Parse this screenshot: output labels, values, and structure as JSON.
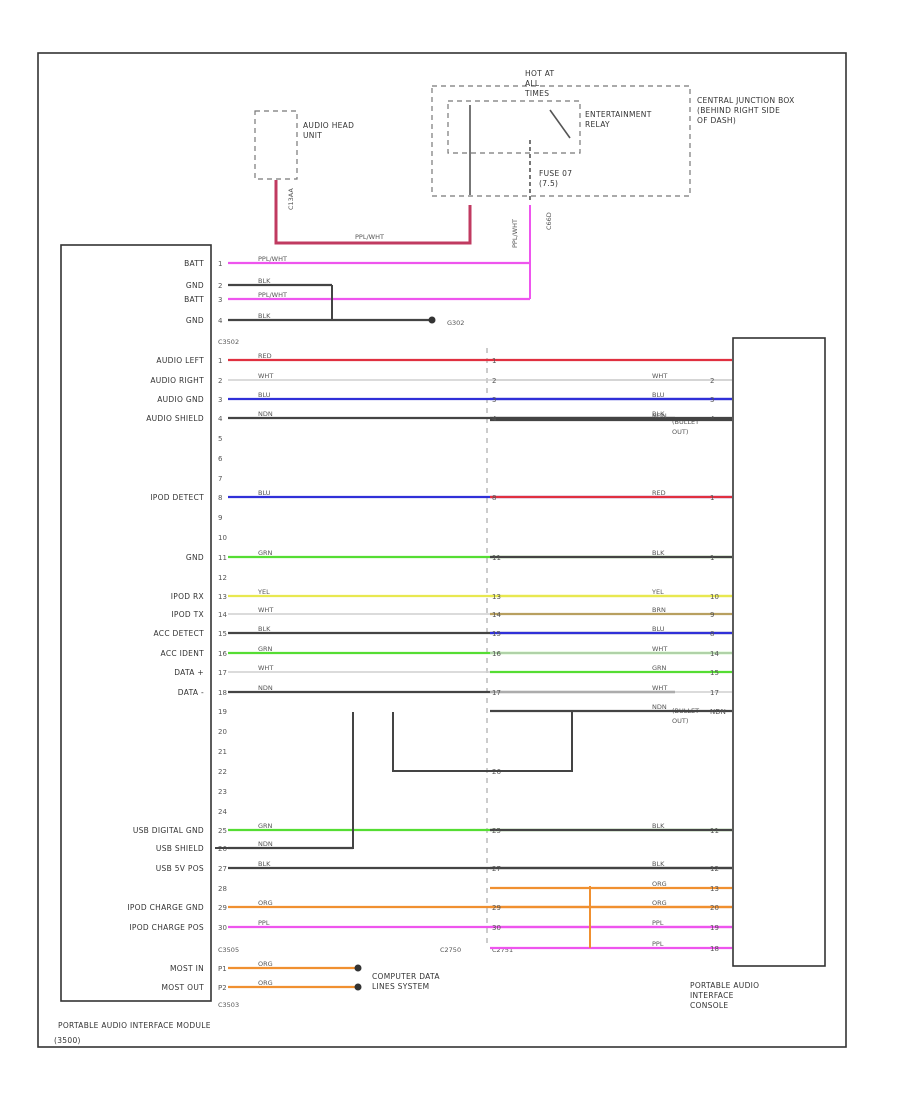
{
  "components": {
    "head_unit": "AUDIO HEAD UNIT",
    "hot_at": "HOT AT ALL TIMES",
    "relay": "ENTERTAINMENT RELAY",
    "junction_box": "CENTRAL JUNCTION BOX (BEHIND RIGHT SIDE OF DASH)",
    "fuse": "FUSE 07 (7.5)",
    "module": "PORTABLE AUDIO INTERFACE MODULE",
    "module_id": "(3500)",
    "console": "PORTABLE AUDIO INTERFACE CONSOLE",
    "comp_data": "COMPUTER DATA LINES SYSTEM",
    "bullet_out": "(BULLET OUT)"
  },
  "connectors": {
    "c3502a": "C3502",
    "c3502b": "C3502",
    "c3505": "C3505",
    "c2750": "C2750",
    "c2751": "C2751",
    "c3503": "C3503",
    "g302": "G302",
    "head_wire": "C13AA",
    "jb_wire": "C66D",
    "feed_wire": "PPL/WHT"
  },
  "wire_colors": {
    "red": "#e03040",
    "blue": "#3030d8",
    "black": "#444444",
    "white": "#cfcfcf",
    "green": "#55dd33",
    "yellow": "#e8e850",
    "brown": "#b8a060",
    "orange": "#f09030",
    "pink": "#ee55ee",
    "maroon": "#c03a60"
  },
  "module_pins": [
    {
      "label": "BATT",
      "pin": "1",
      "wire": "PPL/WHT"
    },
    {
      "label": "GND",
      "pin": "2",
      "wire": "BLK"
    },
    {
      "label": "BATT",
      "pin": "3",
      "wire": "PPL/WHT"
    },
    {
      "label": "GND",
      "pin": "4",
      "wire": "BLK"
    },
    {
      "label": "AUDIO LEFT",
      "pin": "1",
      "wire": "RED"
    },
    {
      "label": "AUDIO RIGHT",
      "pin": "2",
      "wire": "WHT"
    },
    {
      "label": "AUDIO GND",
      "pin": "3",
      "wire": "BLU"
    },
    {
      "label": "AUDIO SHIELD",
      "pin": "4",
      "wire": "NDN"
    },
    {
      "label": "",
      "pin": "5",
      "wire": ""
    },
    {
      "label": "",
      "pin": "6",
      "wire": ""
    },
    {
      "label": "",
      "pin": "7",
      "wire": ""
    },
    {
      "label": "IPOD DETECT",
      "pin": "8",
      "wire": "BLU"
    },
    {
      "label": "",
      "pin": "9",
      "wire": ""
    },
    {
      "label": "",
      "pin": "10",
      "wire": ""
    },
    {
      "label": "GND",
      "pin": "11",
      "wire": "GRN"
    },
    {
      "label": "",
      "pin": "12",
      "wire": ""
    },
    {
      "label": "IPOD RX",
      "pin": "13",
      "wire": "YEL"
    },
    {
      "label": "IPOD TX",
      "pin": "14",
      "wire": "WHT"
    },
    {
      "label": "ACC DETECT",
      "pin": "15",
      "wire": "BLK"
    },
    {
      "label": "ACC IDENT",
      "pin": "16",
      "wire": "GRN"
    },
    {
      "label": "DATA +",
      "pin": "17",
      "wire": "WHT"
    },
    {
      "label": "DATA -",
      "pin": "18",
      "wire": "NDN"
    },
    {
      "label": "",
      "pin": "19",
      "wire": ""
    },
    {
      "label": "",
      "pin": "20",
      "wire": ""
    },
    {
      "label": "",
      "pin": "21",
      "wire": ""
    },
    {
      "label": "",
      "pin": "22",
      "wire": ""
    },
    {
      "label": "",
      "pin": "23",
      "wire": ""
    },
    {
      "label": "",
      "pin": "24",
      "wire": ""
    },
    {
      "label": "USB DIGITAL GND",
      "pin": "25",
      "wire": "GRN"
    },
    {
      "label": "USB SHIELD",
      "pin": "26",
      "wire": "NDN"
    },
    {
      "label": "USB 5V POS",
      "pin": "27",
      "wire": "BLK"
    },
    {
      "label": "",
      "pin": "28",
      "wire": ""
    },
    {
      "label": "IPOD CHARGE GND",
      "pin": "29",
      "wire": "ORG"
    },
    {
      "label": "IPOD CHARGE POS",
      "pin": "30",
      "wire": "PPL"
    },
    {
      "label": "MOST IN",
      "pin": "P1",
      "wire": "ORG"
    },
    {
      "label": "MOST OUT",
      "pin": "P2",
      "wire": "ORG"
    }
  ],
  "console_pins": [
    {
      "pin": "2",
      "wire": "WHT"
    },
    {
      "pin": "3",
      "wire": "BLU"
    },
    {
      "pin": "4",
      "wire": "BLK"
    },
    {
      "pin": "",
      "wire": "NDN"
    },
    {
      "pin": "1",
      "wire": "RED"
    },
    {
      "pin": "1",
      "wire": "BLK"
    },
    {
      "pin": "10",
      "wire": "YEL"
    },
    {
      "pin": "9",
      "wire": "BRN"
    },
    {
      "pin": "8",
      "wire": "BLU"
    },
    {
      "pin": "14",
      "wire": "WHT"
    },
    {
      "pin": "15",
      "wire": "GRN"
    },
    {
      "pin": "17",
      "wire": "WHT"
    },
    {
      "pin": "NDN",
      "wire": "NDN"
    },
    {
      "pin": "11",
      "wire": "BLK"
    },
    {
      "pin": "12",
      "wire": "BLK"
    },
    {
      "pin": "13",
      "wire": "ORG"
    },
    {
      "pin": "20",
      "wire": "ORG"
    },
    {
      "pin": "19",
      "wire": "PPL"
    },
    {
      "pin": "18",
      "wire": "PPL"
    }
  ],
  "mid_pins": [
    {
      "pin": "1"
    },
    {
      "pin": "2"
    },
    {
      "pin": "3"
    },
    {
      "pin": "4"
    },
    {
      "pin": "8"
    },
    {
      "pin": "11"
    },
    {
      "pin": "13"
    },
    {
      "pin": "14"
    },
    {
      "pin": "15"
    },
    {
      "pin": "16"
    },
    {
      "pin": "17"
    },
    {
      "pin": "26"
    },
    {
      "pin": "25"
    },
    {
      "pin": "27"
    },
    {
      "pin": "29"
    },
    {
      "pin": "30"
    }
  ],
  "grounds": {
    "g1": "GRN",
    "g2": "NDN",
    "g3": "NDN"
  }
}
